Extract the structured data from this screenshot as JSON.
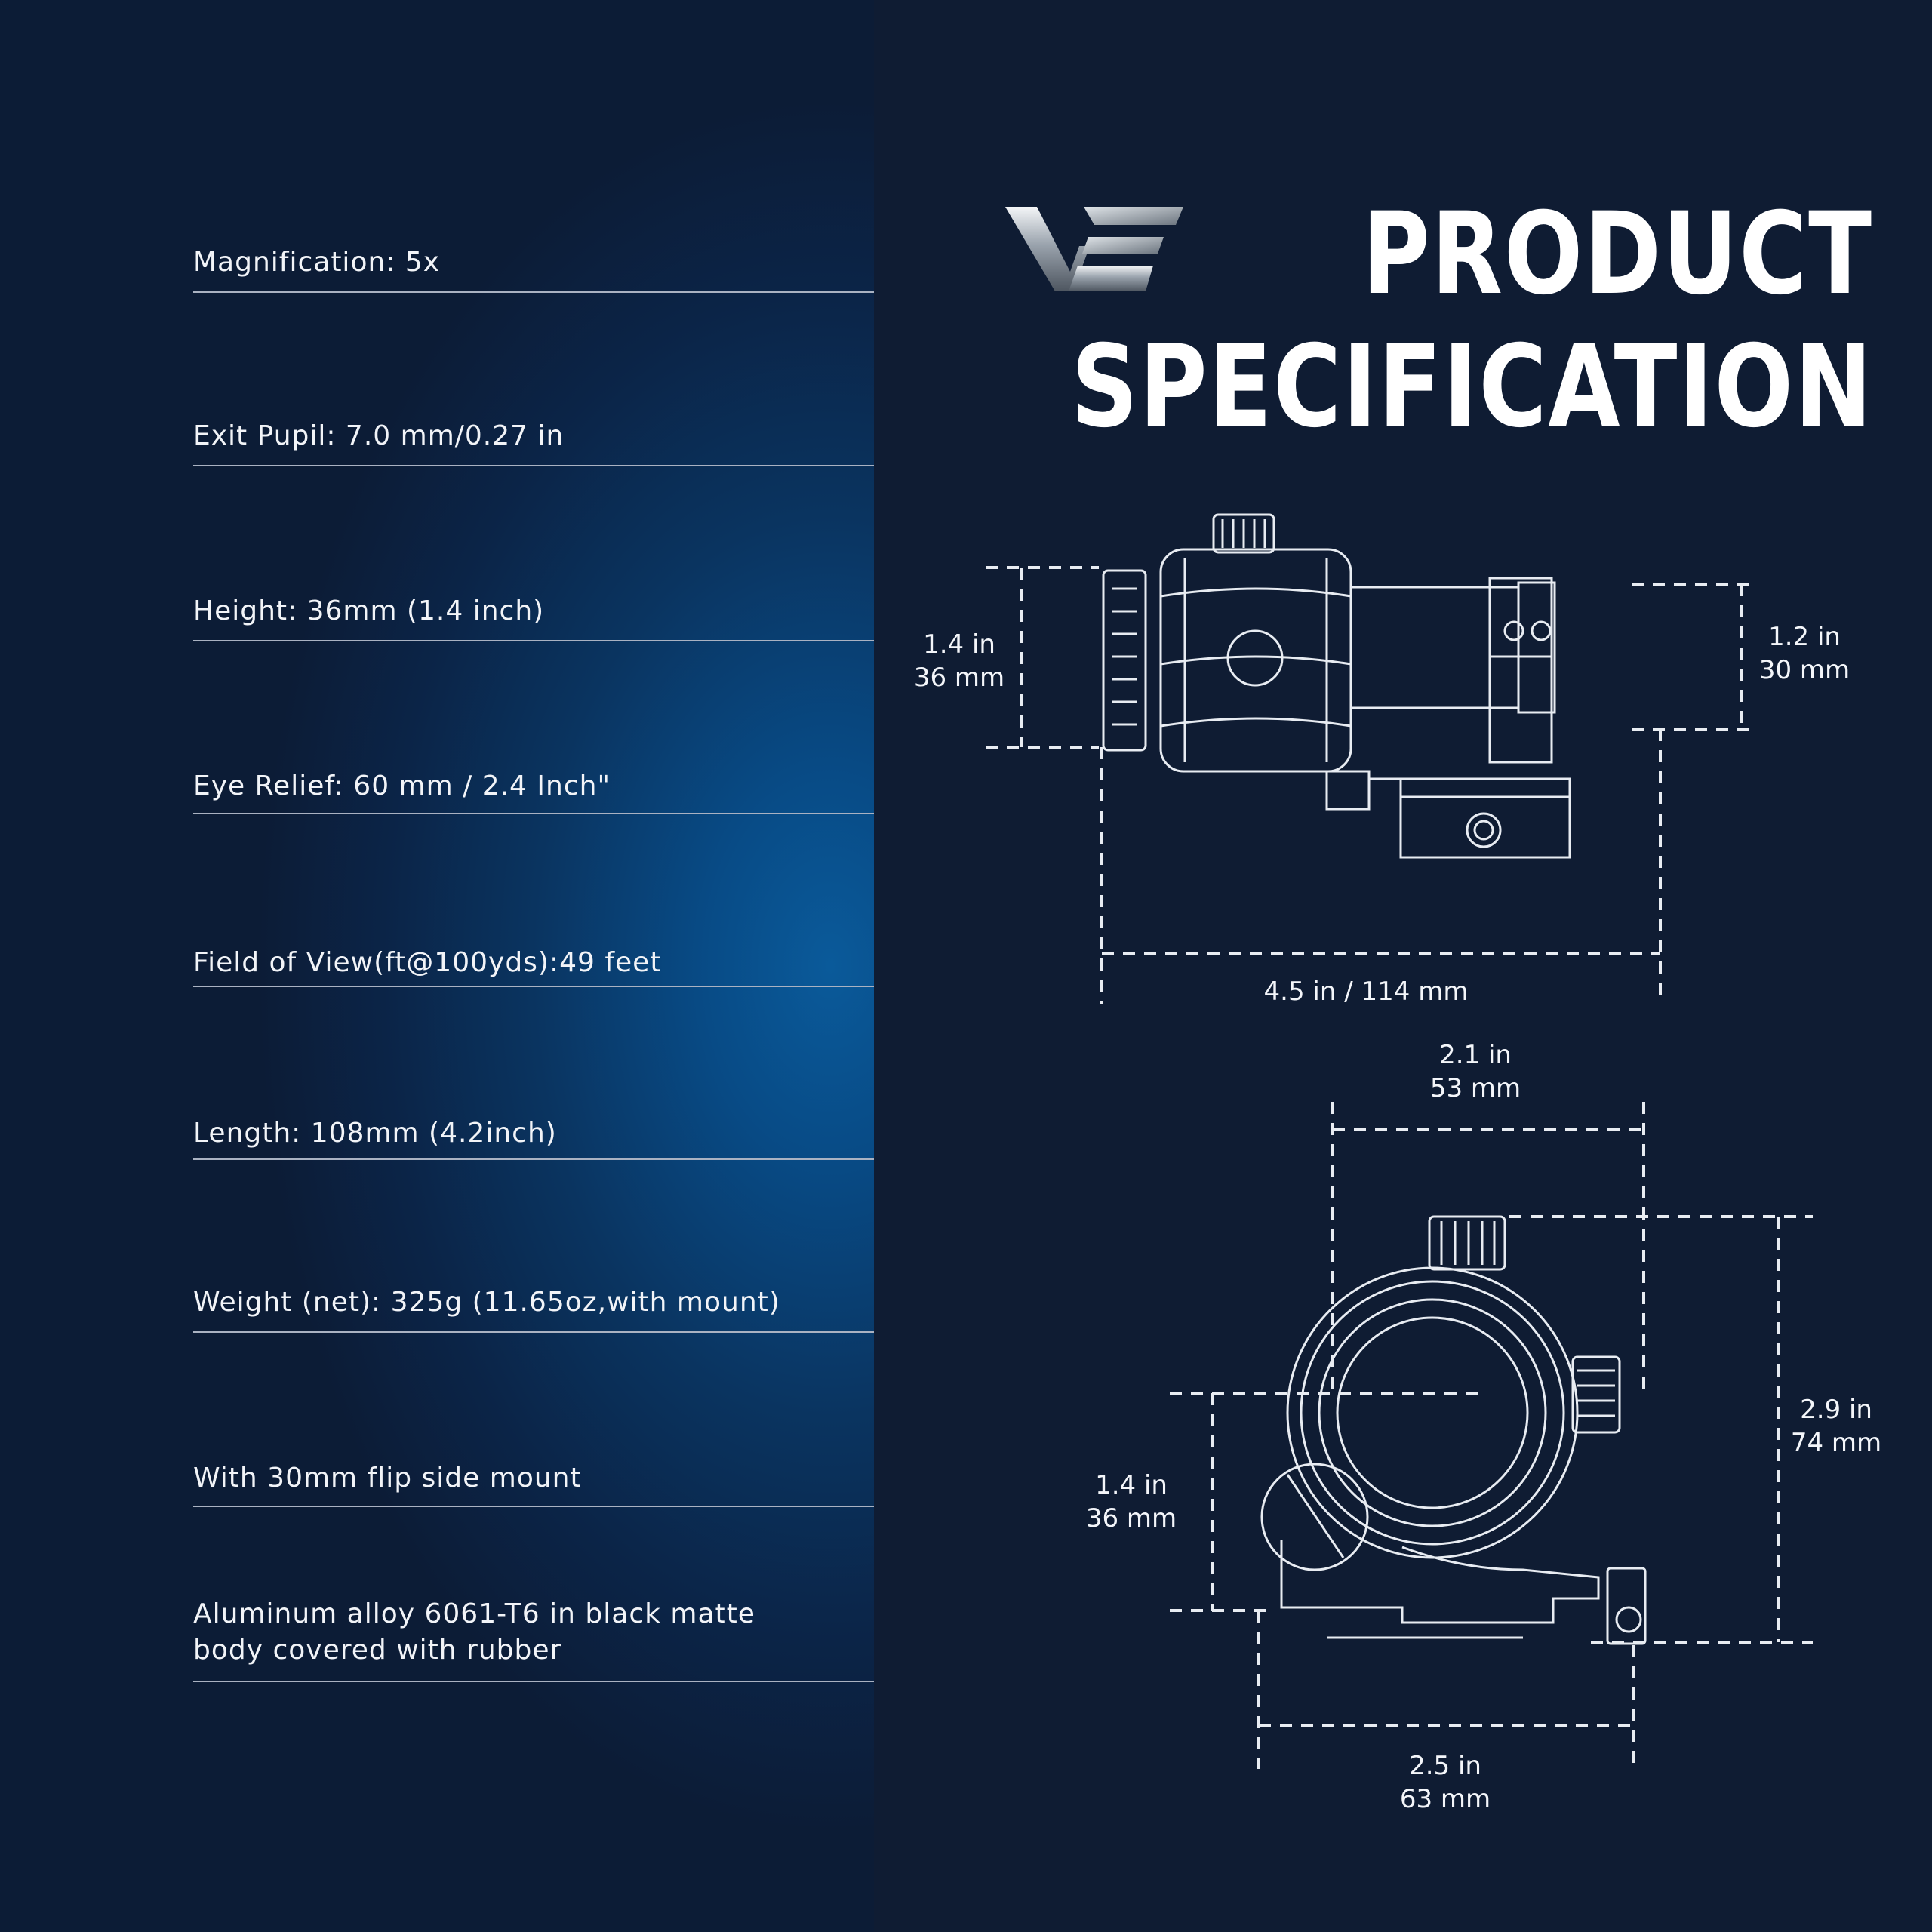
{
  "specs": [
    {
      "text": "Magnification: 5x"
    },
    {
      "text": "Exit Pupil: 7.0 mm/0.27 in"
    },
    {
      "text": "Height: 36mm (1.4 inch)"
    },
    {
      "text": "Eye Relief: 60 mm / 2.4 Inch\""
    },
    {
      "text": "Field of View(ft@100yds):49 feet"
    },
    {
      "text": "Length: 108mm (4.2inch)"
    },
    {
      "text": "Weight (net): 325g (11.65oz,with mount)"
    },
    {
      "text": "With 30mm flip side mount"
    },
    {
      "text": "Aluminum alloy 6061-T6 in black matte",
      "text2": "body covered with rubber"
    }
  ],
  "title": {
    "line1": "PRODUCT",
    "line2": "SPECIFICATION"
  },
  "logo": {
    "icon": "ve-logo-icon"
  },
  "dimensions": {
    "side_height": {
      "in": "1.4 in",
      "mm": "36 mm"
    },
    "side_tube": {
      "in": "1.2 in",
      "mm": "30 mm"
    },
    "side_length": {
      "text": "4.5 in / 114 mm"
    },
    "front_width": {
      "in": "2.1 in",
      "mm": "53 mm"
    },
    "front_height": {
      "in": "2.9 in",
      "mm": "74 mm"
    },
    "front_center": {
      "in": "1.4 in",
      "mm": "36 mm"
    },
    "front_base": {
      "in": "2.5 in",
      "mm": "63 mm"
    }
  },
  "colors": {
    "left_accent": "#0a5a9a",
    "background": "#0f1c33",
    "text": "#ffffff"
  }
}
